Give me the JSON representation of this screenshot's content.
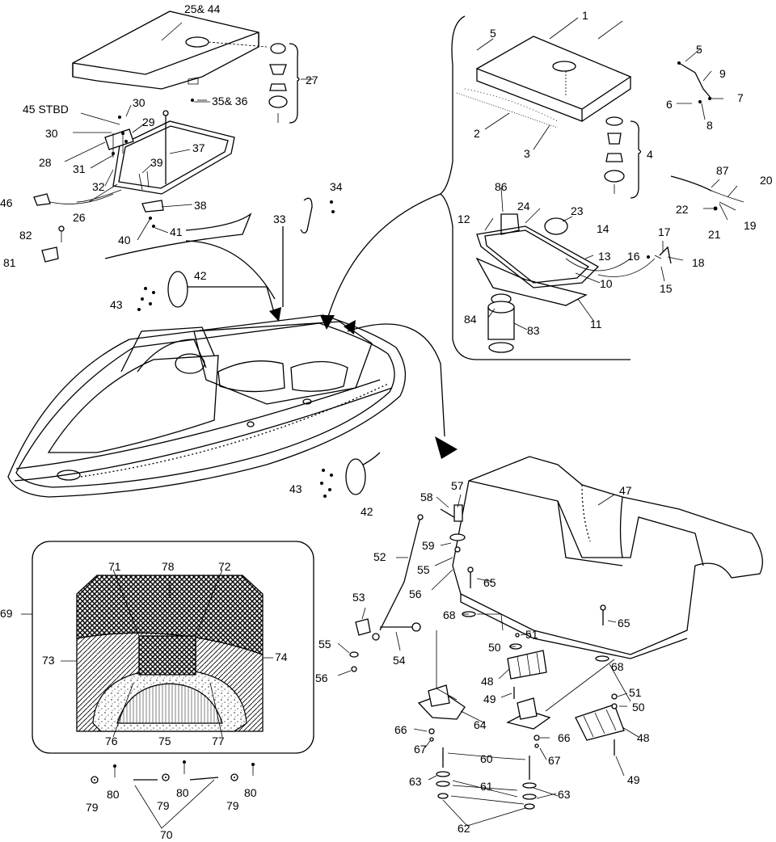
{
  "labels": {
    "l1": "1",
    "l2": "2",
    "l3": "3",
    "l4": "4",
    "l5a": "5",
    "l5b": "5",
    "l6": "6",
    "l7": "7",
    "l8": "8",
    "l9": "9",
    "l10": "10",
    "l11": "11",
    "l12": "12",
    "l13": "13",
    "l14": "14",
    "l15": "15",
    "l16": "16",
    "l17": "17",
    "l18": "18",
    "l19": "19",
    "l20": "20",
    "l21": "21",
    "l22": "22",
    "l23": "23",
    "l24": "24",
    "l25_44": "25& 44",
    "l26": "26",
    "l27": "27",
    "l28": "28",
    "l29": "29",
    "l30a": "30",
    "l30b": "30",
    "l31": "31",
    "l32": "32",
    "l33": "33",
    "l34": "34",
    "l35_36": "35& 36",
    "l37": "37",
    "l38": "38",
    "l39": "39",
    "l40": "40",
    "l41": "41",
    "l42a": "42",
    "l42b": "42",
    "l43a": "43",
    "l43b": "43",
    "l45": "45 STBD",
    "l46": "46",
    "l47": "47",
    "l48a": "48",
    "l48b": "48",
    "l49a": "49",
    "l49b": "49",
    "l50a": "50",
    "l50b": "50",
    "l51a": "51",
    "l51b": "51",
    "l52": "52",
    "l53": "53",
    "l54": "54",
    "l55a": "55",
    "l55b": "55",
    "l56a": "56",
    "l56b": "56",
    "l57": "57",
    "l58": "58",
    "l59": "59",
    "l60": "60",
    "l61": "61",
    "l62": "62",
    "l63a": "63",
    "l63b": "63",
    "l64": "64",
    "l65a": "65",
    "l65b": "65",
    "l66a": "66",
    "l66b": "66",
    "l67a": "67",
    "l67b": "67",
    "l68a": "68",
    "l68b": "68",
    "l69": "69",
    "l70": "70",
    "l71": "71",
    "l72": "72",
    "l73": "73",
    "l74": "74",
    "l75": "75",
    "l76": "76",
    "l77": "77",
    "l78": "78",
    "l79a": "79",
    "l79b": "79",
    "l79c": "79",
    "l80a": "80",
    "l80b": "80",
    "l80c": "80",
    "l81": "81",
    "l82": "82",
    "l83": "83",
    "l84": "84",
    "l86": "86",
    "l87": "87"
  }
}
